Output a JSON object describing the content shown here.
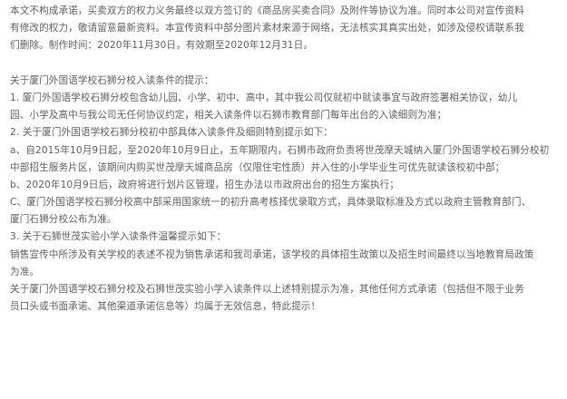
{
  "document": {
    "disclaimer_lines": [
      "本文不构成承诺，买卖双方的权力义务最终以双方签订的《商品房买卖合同》及附件等协议为准。同时本公司对宣传资料",
      "有修改的权力，敬请留意最新资料。本宣传资料中部分图片素材来源于网络，无法核实其真实出处，如涉及侵权请联系我",
      "们删除。制作时间：2020年11月30日，有效期至2020年12月31日。"
    ],
    "notice_lines": [
      "关于厦门外国语学校石狮分校入读条件的提示：",
      "1.  厦门外国语学校石狮分校包含幼儿园、小学、初中、高中，其中我公司仅就初中就读事宜与政府签署相关协议，幼儿",
      "园、小学及高中与我公司无任何协议约定，相关入读条件以石狮市教育部门每年出台的入读细则为准；",
      "2.  关于厦门外国语学校石狮分校初中部具体入读条件及细则特别提示如下：",
      "a、自2015年10月9日起，至2020年10月9日止，五年期限内，石狮市政府负责将世茂摩天城纳入厦门外国语学校石狮分校初",
      "中部招生服务片区，该期间内购买世茂摩天城商品房（仅限住宅性质）并入住的小学毕业生可优先就读该校初中部；",
      "b、2020年10月9日后，政府将进行划片区管理，招生办法以市政府出台的招生方案执行；",
      "C、厦门外国语学校石狮分校高中部采用国家统一的初升高考核择优录取方式，具体录取标准及方式以政府主管教育部门、",
      "厦门石狮分校公布为准。",
      "3.  关于石狮世茂实验小学入读条件温馨提示如下：",
      "销售宣传中所涉及有关学校的表述不视为销售承诺和我司承诺，该学校的具体招生政策以及招生时间最终以当地教育局政策",
      "为准。",
      "关于厦门外国语学校石狮分校及石狮世茂实验小学入读条件以上述特别提示为准，其他任何方式承诺（包括但不限于业务",
      "员口头或书面承诺、其他渠道承诺信息等）均属于无效信息，特此提示！"
    ]
  }
}
